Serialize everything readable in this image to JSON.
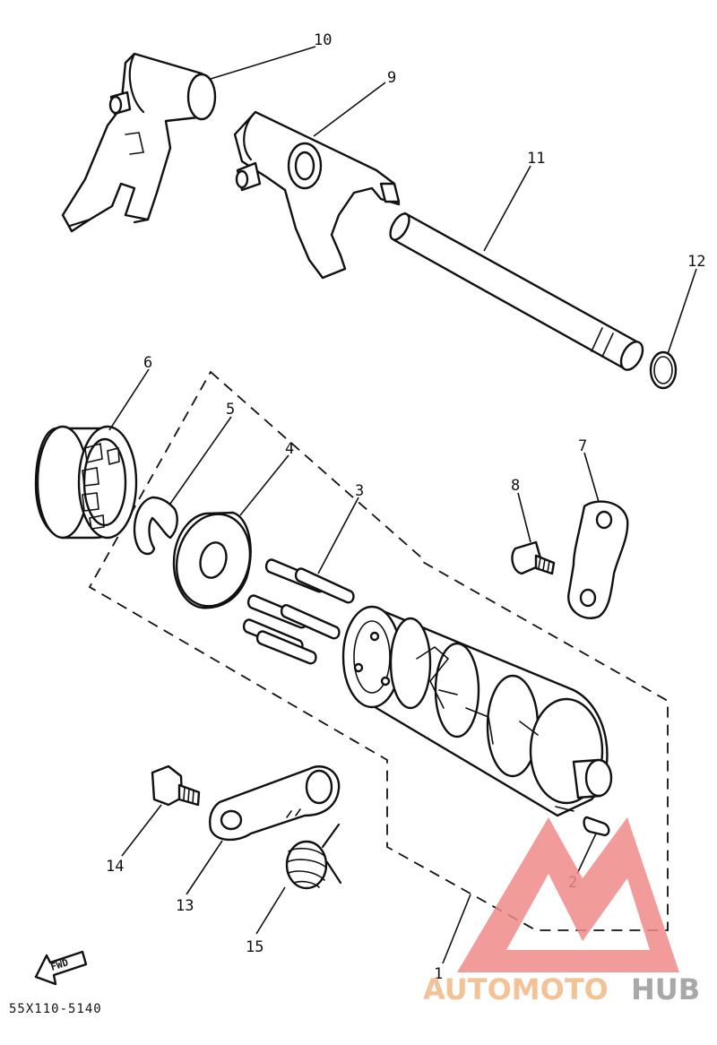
{
  "callouts": [
    {
      "id": "10",
      "text": "10"
    },
    {
      "id": "9",
      "text": "9"
    },
    {
      "id": "11",
      "text": "11"
    },
    {
      "id": "12",
      "text": "12"
    },
    {
      "id": "6",
      "text": "6"
    },
    {
      "id": "5",
      "text": "5"
    },
    {
      "id": "4",
      "text": "4"
    },
    {
      "id": "3",
      "text": "3"
    },
    {
      "id": "7",
      "text": "7"
    },
    {
      "id": "8",
      "text": "8"
    },
    {
      "id": "14",
      "text": "14"
    },
    {
      "id": "13",
      "text": "13"
    },
    {
      "id": "15",
      "text": "15"
    },
    {
      "id": "2",
      "text": "2"
    },
    {
      "id": "1",
      "text": "1"
    }
  ],
  "fwd_label": "FWD",
  "diagram_code": "55X110-5140",
  "watermark": {
    "part1": "AUTOMOTO",
    "part2": "HUB",
    "color_primary": "#f2b885",
    "color_secondary": "#9a9a9a",
    "logo_color": "#f08a8a"
  }
}
